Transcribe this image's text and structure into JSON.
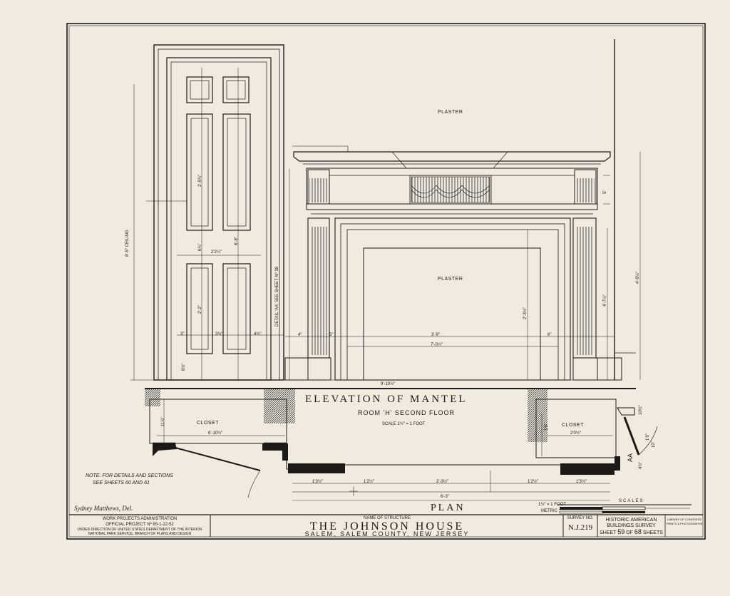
{
  "drawing": {
    "elevation_title": "ELEVATION OF MANTEL",
    "room": "ROOM 'H' SECOND FLOOR",
    "scale": "SCALE 1½\" = 1 FOOT",
    "plan_title": "PLAN",
    "plaster_upper": "PLASTER",
    "plaster_lower": "PLASTER",
    "closet_left": "CLOSET",
    "closet_right": "CLOSET",
    "ceiling_note": "8'-5\" CEILING",
    "detail_note": "DETAIL 'AA' SEE SHEET Nº 38",
    "aa_label": "AA",
    "note_line1": "NOTE: FOR DETAILS AND SECTIONS",
    "note_line2": "SEE SHEETS 60 AND 61",
    "delineator": "Sydney Matthews, Del.",
    "scales_label": "SCALES",
    "scale_foot": "1½\" = 1 FOOT",
    "scale_metric": "METRIC"
  },
  "dimensions": {
    "door_panel_upper": "2'-5¾\"",
    "door_panel_mid": "6¼\"",
    "door_width": "2'2¼\"",
    "door_span": "6'-8\"",
    "door_lower": "2'-2\"",
    "door_base": "6½\"",
    "bottom_3": "3\"",
    "bottom_3_2": "3½\"",
    "bottom_4": "4½\"",
    "mantel_overall": "9'-10½\"",
    "opening_width": "3'-9\"",
    "opening_full": "7'-0½\"",
    "opening_height": "2'-3½\"",
    "pilaster_height": "4'-7½\"",
    "mantel_height": "4'-9½\"",
    "frieze": "5\"",
    "sides_4": "4\"",
    "sides_6": "6\"",
    "sides_5": "5\"",
    "closet_left_width": "6'-10½\"",
    "closet_left_depth": "11½\"",
    "closet_right_width": "2'0½\"",
    "closet_right_depth": "1'6\"",
    "plan_1": "1'3½\"",
    "plan_2": "1'2½\"",
    "plan_3": "2'-3½\"",
    "plan_4": "1'2½\"",
    "plan_5": "1'3½\"",
    "plan_overall": "6'-3\"",
    "plan_side_1": "10½\"",
    "plan_side_2": "1'0\"",
    "plan_side_3": "10\"",
    "plan_side_4": "4½\""
  },
  "title_block": {
    "agency_line1": "WORK PROJECTS ADMINISTRATION",
    "agency_line2": "OFFICIAL PROJECT Nº 65-1-22-52",
    "agency_line3": "UNDER DIRECTION OF UNITED STATES DEPARTMENT OF THE INTERIOR",
    "agency_line4": "NATIONAL PARK SERVICE, BRANCH OF PLANS AND DESIGN",
    "name_label": "NAME OF STRUCTURE",
    "structure_name": "THE JOHNSON HOUSE",
    "location": "SALEM, SALEM COUNTY, NEW JERSEY",
    "survey_label": "SURVEY NO.",
    "survey_no": "N.J.219",
    "survey_name_1": "HISTORIC AMERICAN",
    "survey_name_2": "BUILDINGS SURVEY",
    "sheet_prefix": "SHEET",
    "sheet_no": "59",
    "sheet_of": "OF",
    "sheet_total": "68",
    "sheet_suffix": "SHEETS",
    "library_1": "LIBRARY OF CONGRESS",
    "library_2": "PRINTS & PHOTOGRAPHS"
  },
  "colors": {
    "paper": "#f1ebdf",
    "ink": "#1c1a17"
  }
}
